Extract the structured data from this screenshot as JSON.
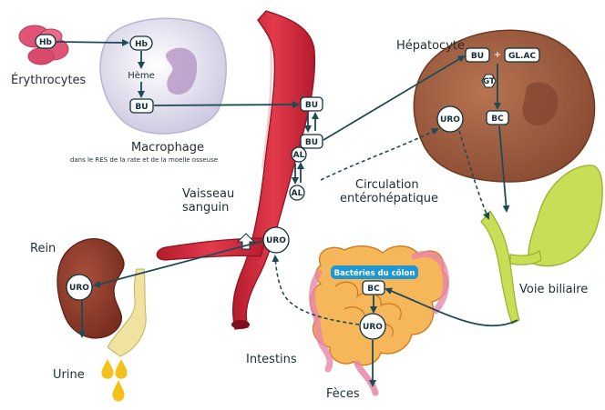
{
  "labels": {
    "erythrocytes": "Érythrocytes",
    "macrophage": "Macrophage",
    "macrophage_sub": "dans le RES de la rate et de la moelle osseuse",
    "hepatocyte": "Hépatocyte",
    "vaisseau_1": "Vaisseau",
    "vaisseau_2": "sanguin",
    "circulation_1": "Circulation",
    "circulation_2": "entérohépatique",
    "rein": "Rein",
    "urine": "Urine",
    "voie_biliaire": "Voie biliaire",
    "intestins": "Intestins",
    "feces": "Fèces",
    "bacteries": "Bactéries du côlon"
  },
  "nodes": {
    "hb_rbc": "Hb",
    "hb_macro": "Hb",
    "heme": "Hème",
    "bu_macro": "BU",
    "bu_vessel_1": "BU",
    "bu_vessel_2": "BU",
    "al_1": "AL",
    "al_2": "AL",
    "uro_vessel": "URO",
    "uro_kidney": "URO",
    "bu_hep": "BU",
    "plus": "+",
    "glac": "GL.AC",
    "gt": "GT",
    "bc_hep": "BC",
    "uro_hep": "URO",
    "bc_colon": "BC",
    "uro_colon": "URO"
  },
  "colors": {
    "vessel": "#d42a3c",
    "liver": "#9b5a3e",
    "kidney": "#8a3a2a",
    "gallbladder": "#c5dc4a",
    "intestine": "#f3a33a",
    "rbc": "#e65a7c",
    "macrophage": "#d9d6e8",
    "bacteria_badge": "#1e97d2",
    "arrow": "#1e4a58"
  }
}
